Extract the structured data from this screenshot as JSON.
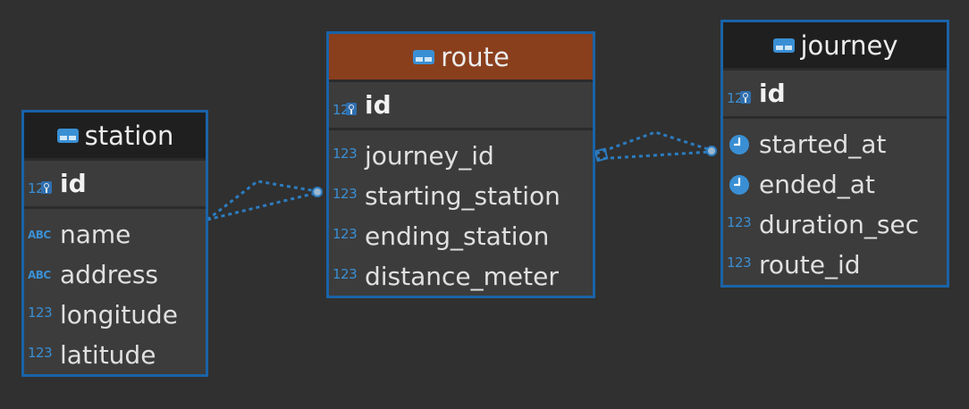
{
  "colors": {
    "background": "#303030",
    "entity_border": "#1a63a8",
    "header_dark": "#1f1f1f",
    "header_selected": "#8a3f1c",
    "type_icon": "#3a8fd4",
    "link_line": "#2c7cc0"
  },
  "station": {
    "title": "station",
    "icon": "table-icon",
    "pk": {
      "type": "123",
      "name": "id"
    },
    "attributes": [
      {
        "type": "ABC",
        "name": "name"
      },
      {
        "type": "ABC",
        "name": "address"
      },
      {
        "type": "123",
        "name": "longitude"
      },
      {
        "type": "123",
        "name": "latitude"
      }
    ]
  },
  "route": {
    "title": "route",
    "icon": "table-icon",
    "pk": {
      "type": "123",
      "name": "id"
    },
    "attributes": [
      {
        "type": "123",
        "name": "journey_id"
      },
      {
        "type": "123",
        "name": "starting_station"
      },
      {
        "type": "123",
        "name": "ending_station"
      },
      {
        "type": "123",
        "name": "distance_meter"
      }
    ]
  },
  "journey": {
    "title": "journey",
    "icon": "table-icon",
    "pk": {
      "type": "123",
      "name": "id"
    },
    "attributes": [
      {
        "type": "clock-icon",
        "name": "started_at"
      },
      {
        "type": "clock-icon",
        "name": "ended_at"
      },
      {
        "type": "123",
        "name": "duration_sec"
      },
      {
        "type": "123",
        "name": "route_id"
      }
    ]
  }
}
